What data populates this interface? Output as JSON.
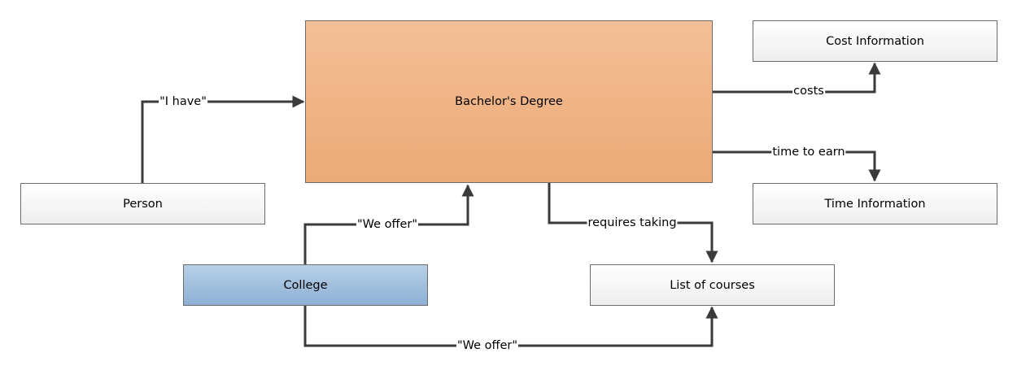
{
  "nodes": {
    "bachelors_degree": "Bachelor's Degree",
    "cost_information": "Cost Information",
    "time_information": "Time Information",
    "person": "Person",
    "college": "College",
    "list_of_courses": "List of courses"
  },
  "edges": {
    "person_to_degree": "\"I have\"",
    "degree_to_cost": "costs",
    "degree_to_time": "time to earn",
    "college_to_degree": "\"We offer\"",
    "degree_to_courses": "requires taking",
    "college_to_courses": "\"We offer\""
  },
  "colors": {
    "degree_fill": "#f0b48a",
    "college_fill": "#a3c1df",
    "box_fill": "#f5f5f5",
    "connector": "#3a3a3a"
  }
}
